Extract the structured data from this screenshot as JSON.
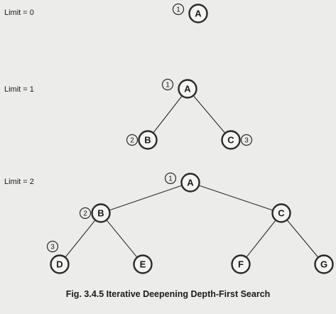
{
  "levels": [
    {
      "limit_label": "Limit = 0",
      "nodes": [
        {
          "id": "A",
          "order": "1"
        }
      ],
      "edges": []
    },
    {
      "limit_label": "Limit = 1",
      "nodes": [
        {
          "id": "A",
          "order": "1"
        },
        {
          "id": "B",
          "order": "2"
        },
        {
          "id": "C",
          "order": "3"
        }
      ],
      "edges": [
        [
          "A",
          "B"
        ],
        [
          "A",
          "C"
        ]
      ]
    },
    {
      "limit_label": "Limit = 2",
      "nodes": [
        {
          "id": "A",
          "order": "1"
        },
        {
          "id": "B",
          "order": "2"
        },
        {
          "id": "C",
          "order": ""
        },
        {
          "id": "D",
          "order": "3"
        },
        {
          "id": "E",
          "order": ""
        },
        {
          "id": "F",
          "order": ""
        },
        {
          "id": "G",
          "order": ""
        }
      ],
      "edges": [
        [
          "A",
          "B"
        ],
        [
          "A",
          "C"
        ],
        [
          "B",
          "D"
        ],
        [
          "B",
          "E"
        ],
        [
          "C",
          "F"
        ],
        [
          "C",
          "G"
        ]
      ]
    }
  ],
  "caption": "Fig. 3.4.5 Iterative Deepening Depth-First Search"
}
